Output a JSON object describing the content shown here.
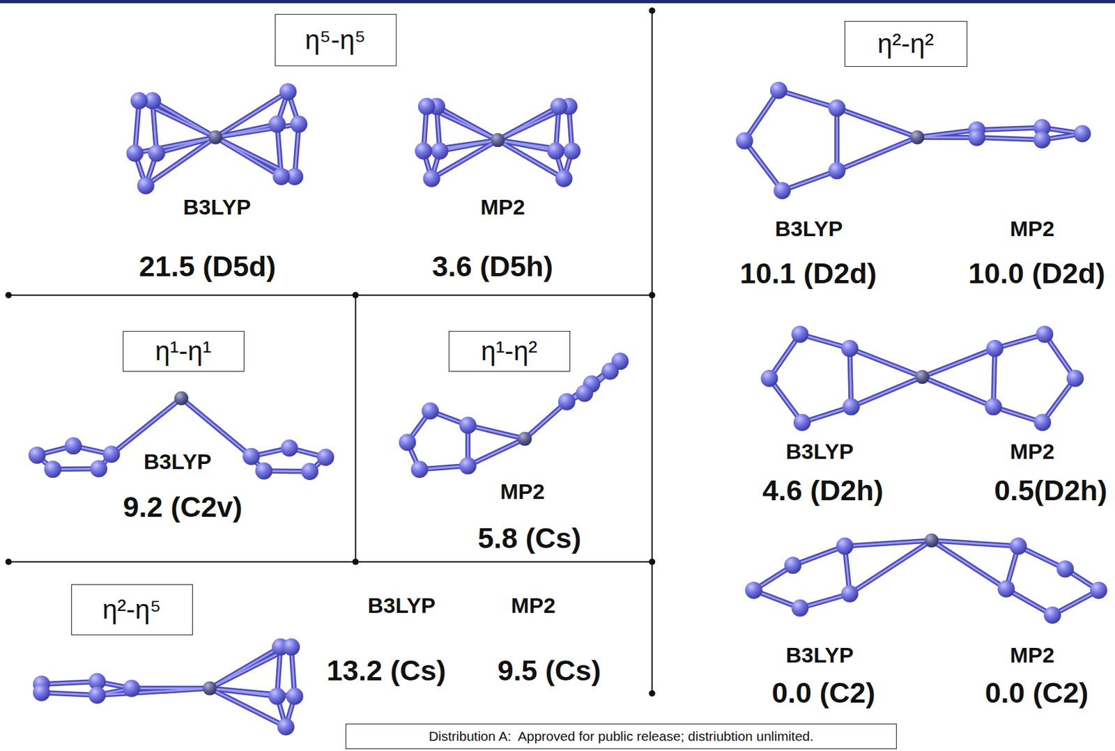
{
  "diagram": {
    "nodes": [
      {
        "text": [
          "η⁵-η⁵"
        ]
      },
      {
        "text": [
          "η²-η²"
        ]
      },
      {
        "text": [
          "η¹-η¹"
        ]
      },
      {
        "text": [
          "η¹-η²"
        ]
      },
      {
        "text": [
          "η²-η⁵"
        ]
      },
      {
        "text": [
          "Distribution A:  Approved for public release; distriubtion unlimited."
        ]
      }
    ],
    "labels": [
      "B3LYP",
      "MP2",
      "21.5 (D5d)",
      "3.6 (D5h)",
      "B3LYP",
      "MP2",
      "10.1 (D2d)",
      "10.0 (D2d)",
      "B3LYP",
      "9.2 (C2v)",
      "MP2",
      "5.8 (Cs)",
      "B3LYP",
      "MP2",
      "4.6 (D2h)",
      "0.5(D2h)",
      "B3LYP",
      "MP2",
      "13.2 (Cs)",
      "9.5 (Cs)",
      "B3LYP",
      "MP2",
      "0.0 (C2)",
      "0.0 (C2)"
    ]
  }
}
